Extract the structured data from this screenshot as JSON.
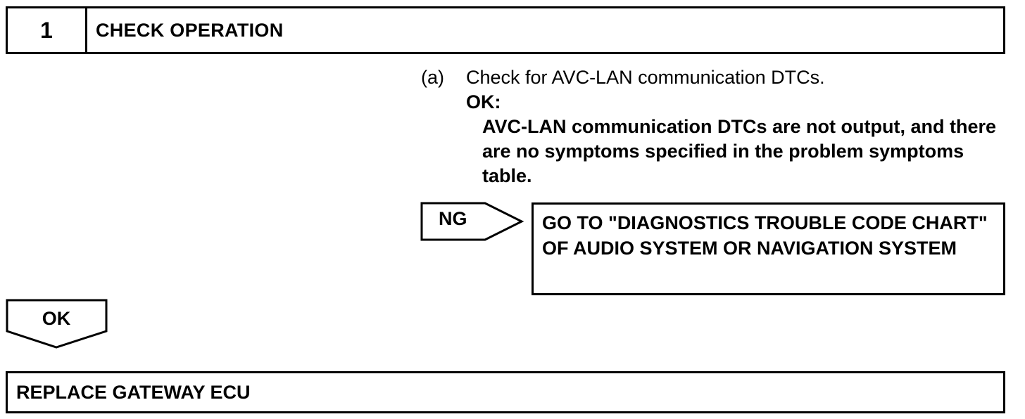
{
  "step": {
    "number": "1",
    "title": "CHECK OPERATION"
  },
  "instruction": {
    "marker": "(a)",
    "text": "Check for AVC-LAN communication DTCs.",
    "ok_label": "OK:",
    "ok_text": "AVC-LAN communication DTCs are not output, and there are no symptoms specified in the problem symptoms table."
  },
  "ng_branch": {
    "label": "NG",
    "result": "GO TO \"DIAGNOSTICS TROUBLE CODE CHART\" OF AUDIO SYSTEM OR NAVIGATION SYSTEM"
  },
  "ok_branch": {
    "label": "OK"
  },
  "final_step": {
    "title": "REPLACE GATEWAY ECU"
  }
}
